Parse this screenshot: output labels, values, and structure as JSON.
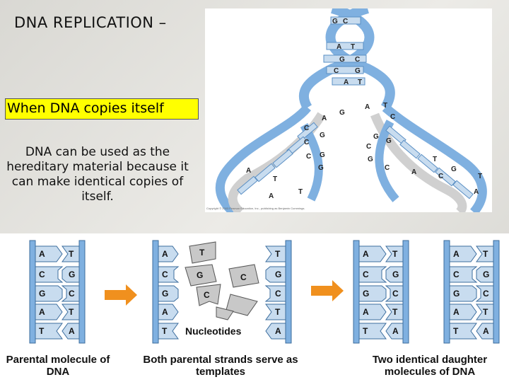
{
  "slide": {
    "title": "DNA REPLICATION –",
    "highlight": "When DNA copies itself",
    "body": "DNA can be used as the hereditary material because it can make identical copies of itself."
  },
  "helix_image": {
    "copyright": "Copyright © 2003 Pearson Education, Inc., publishing as Benjamin Cummings.",
    "top_pairs": [
      [
        "G",
        "C"
      ],
      [
        "A",
        "T"
      ],
      [
        "G",
        "C"
      ],
      [
        "C",
        "G"
      ],
      [
        "A",
        "T"
      ]
    ],
    "left_arm_bases": [
      "A",
      "G",
      "C",
      "G",
      "C",
      "G",
      "C",
      "G",
      "A",
      "T",
      "A",
      "T"
    ],
    "right_arm_bases": [
      "A",
      "T",
      "C",
      "G",
      "C",
      "G",
      "G",
      "C",
      "A",
      "T",
      "C",
      "G",
      "A",
      "T"
    ]
  },
  "diagram": {
    "parental": {
      "left": [
        "A",
        "C",
        "G",
        "A",
        "T"
      ],
      "right": [
        "T",
        "G",
        "C",
        "T",
        "A"
      ]
    },
    "templates": {
      "left": [
        "A",
        "C",
        "G",
        "A",
        "T"
      ],
      "right": [
        "T",
        "G",
        "C",
        "T",
        "A"
      ],
      "free_nucleotides": [
        "T",
        "G",
        "C",
        "C"
      ]
    },
    "daughters": [
      {
        "left": [
          "A",
          "C",
          "G",
          "A",
          "T"
        ],
        "right": [
          "T",
          "G",
          "C",
          "T",
          "A"
        ]
      },
      {
        "left": [
          "A",
          "C",
          "G",
          "A",
          "T"
        ],
        "right": [
          "T",
          "G",
          "C",
          "T",
          "A"
        ]
      }
    ],
    "nucleotides_label": "Nucleotides",
    "captions": {
      "parental": "Parental molecule of DNA",
      "templates": "Both parental strands serve as templates",
      "daughters": "Two identical daughter molecules of DNA"
    },
    "colors": {
      "backbone": "#7fb0e0",
      "base_fill": "#c8dcef",
      "free_nucleotide": "#c8c8c8",
      "arrow": "#f0901e"
    }
  }
}
